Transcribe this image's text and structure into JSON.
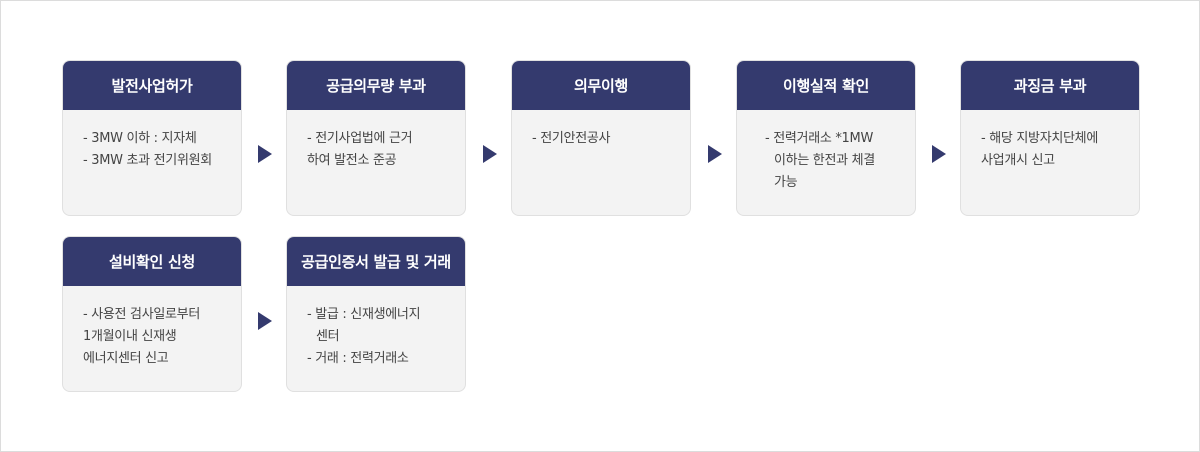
{
  "steps": [
    {
      "title": "발전사업허가",
      "lines": [
        "- 3MW 이하 : 지자체",
        "- 3MW 초과 전기위원회"
      ]
    },
    {
      "title": "공급의무량 부과",
      "lines": [
        "- 전기사업법에 근거",
        "하여 발전소 준공"
      ]
    },
    {
      "title": "의무이행",
      "lines": [
        "- 전기안전공사"
      ]
    },
    {
      "title": "이행실적 확인",
      "lines": [
        "- 전력거래소 *1MW",
        "이하는 한전과 체결",
        "가능"
      ]
    },
    {
      "title": "과징금 부과",
      "lines": [
        "- 해당 지방자치단체에",
        "사업개시 신고"
      ]
    },
    {
      "title": "설비확인 신청",
      "lines": [
        "- 사용전 검사일로부터",
        "1개월이내 신재생",
        "에너지센터 신고"
      ]
    },
    {
      "title": "공급인증서 발급 및 거래",
      "lines": [
        "- 발급 : 신재생에너지",
        "센터",
        "- 거래 : 전력거래소"
      ]
    }
  ],
  "colors": {
    "header": "#343a6e",
    "card_bg": "#f3f3f3",
    "arrow": "#343a6e"
  }
}
